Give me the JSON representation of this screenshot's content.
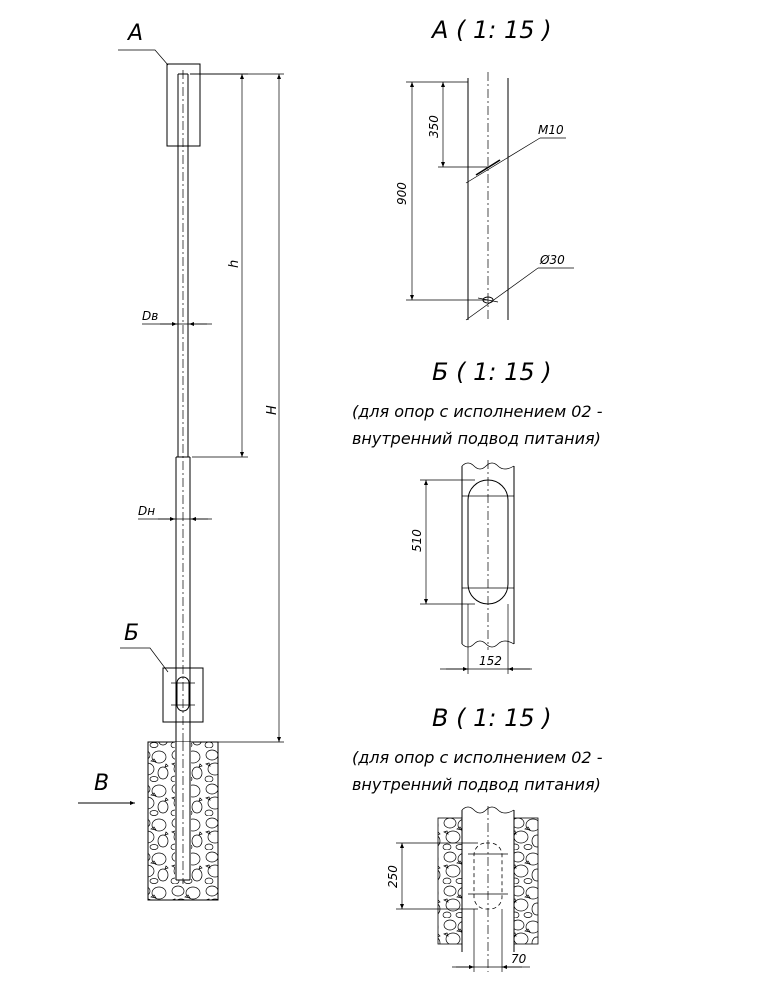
{
  "main_view": {
    "callout_a": "А",
    "callout_b": "Б",
    "arrow_v": "В",
    "dim_dv": "Dв",
    "dim_dn": "Dн",
    "dim_h_small": "h",
    "dim_h_total": "H"
  },
  "detail_a": {
    "title": "А ( 1: 15 )",
    "dim_350": "350",
    "dim_900": "900",
    "thread": "М10",
    "diameter": "Ø30"
  },
  "detail_b": {
    "title": "Б ( 1: 15 )",
    "note_line1": "(для опор с исполнением 02 -",
    "note_line2": "внутренний подвод питания)",
    "dim_510": "510",
    "dim_152": "152"
  },
  "detail_v": {
    "title": "В ( 1: 15 )",
    "note_line1": "(для опор с исполнением 02 -",
    "note_line2": "внутренний подвод питания)",
    "dim_250": "250",
    "dim_70": "70"
  }
}
